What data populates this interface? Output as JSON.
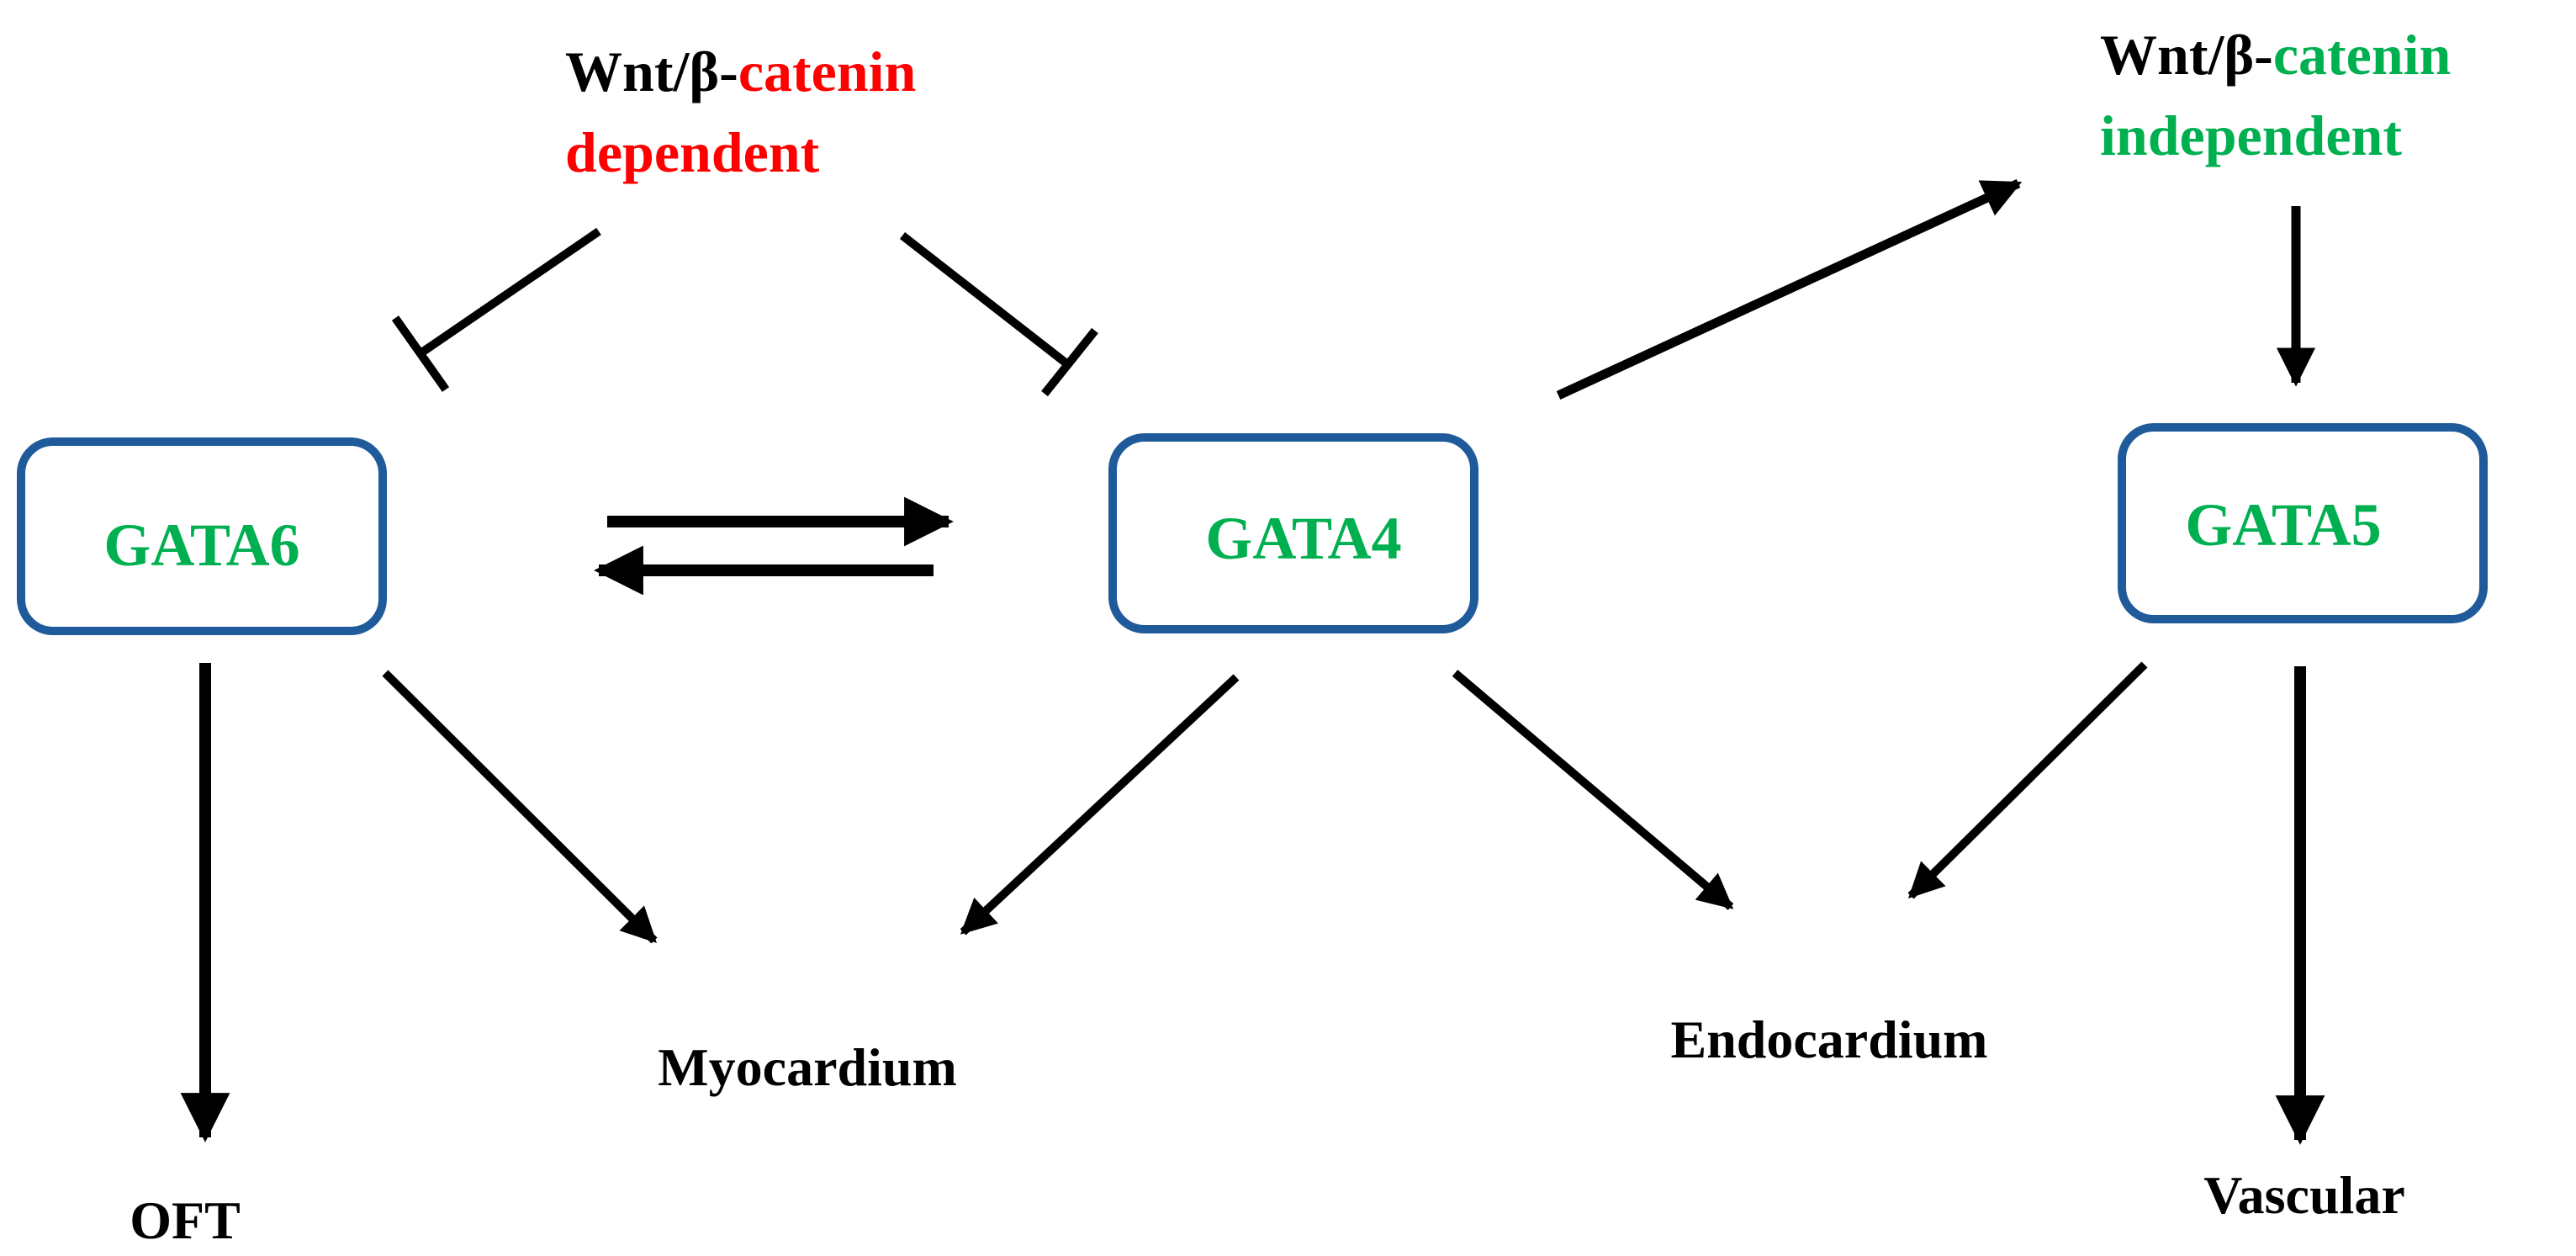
{
  "colors": {
    "gene_text": "#00b050",
    "box_stroke": "#1f5a9a",
    "dependent_text": "#ff0000",
    "independent_text": "#00b050",
    "wnt_text": "#000000",
    "arrow": "#000000"
  },
  "signals": {
    "dependent": {
      "prefix": "Wnt/β-",
      "catenin": "catenin",
      "qualifier": "dependent"
    },
    "independent": {
      "prefix": "Wnt/β-",
      "catenin": "catenin",
      "qualifier": "independent"
    }
  },
  "nodes": {
    "gata6": "GATA6",
    "gata4": "GATA4",
    "gata5": "GATA5"
  },
  "outputs": {
    "oft": "OFT",
    "myocardium": "Myocardium",
    "endocardium": "Endocardium",
    "vascular": "Vascular"
  }
}
